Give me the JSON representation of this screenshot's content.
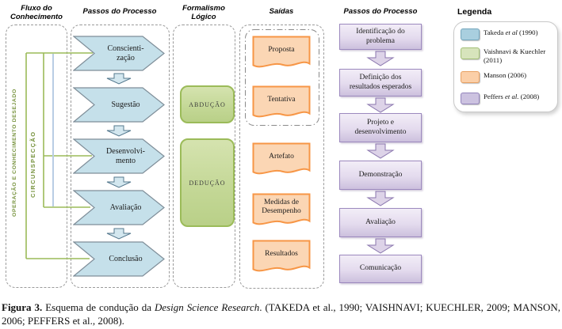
{
  "headers": {
    "knowledge_flow": "Fluxo do\nConhecimento",
    "process_steps_left": "Passos do Processo",
    "logical_formalism": "Formalismo\nLógico",
    "outputs": "Saídas",
    "process_steps_right": "Passos do Processo"
  },
  "knowledge_flow": {
    "operation_label": "OPERAÇÃO E CONHECIMENTO DESEJADO",
    "circumspection_label": "CIRCUNSPECÇÃO"
  },
  "process_steps_left": [
    {
      "label": "Conscienti-\nzação"
    },
    {
      "label": "Sugestão"
    },
    {
      "label": "Desenvolvi-\nmento"
    },
    {
      "label": "Avaliação"
    },
    {
      "label": "Conclusão"
    }
  ],
  "logical_formalism": [
    {
      "label": "ABDUÇÃO"
    },
    {
      "label": "DEDUÇÃO"
    }
  ],
  "outputs": [
    {
      "label": "Proposta"
    },
    {
      "label": "Tentativa"
    },
    {
      "label": "Artefato"
    },
    {
      "label": "Medidas de\nDesempenho"
    },
    {
      "label": "Resultados"
    }
  ],
  "process_steps_right": [
    {
      "label": "Identificação do\nproblema"
    },
    {
      "label": "Definição dos\nresultados esperados"
    },
    {
      "label": "Projeto e\ndesenvolvimento"
    },
    {
      "label": "Demonstração"
    },
    {
      "label": "Avaliação"
    },
    {
      "label": "Comunicação"
    }
  ],
  "legend": {
    "title": "Legenda",
    "items": [
      {
        "pre": "Takeda ",
        "italic": "et al",
        "post": " (1990)",
        "swatch_color": "#A9CFDF",
        "swatch_border": "#74A6BD"
      },
      {
        "pre": "Vaishnavi & Kuechler (2011)",
        "italic": "",
        "post": "",
        "swatch_color": "#D7E4BC",
        "swatch_border": "#A3BF76"
      },
      {
        "pre": "Manson (2006)",
        "italic": "",
        "post": "",
        "swatch_color": "#FBCFA8",
        "swatch_border": "#E8A163"
      },
      {
        "pre": "Peffers ",
        "italic": "et al.",
        "post": " (2008)",
        "swatch_color": "#CCC2E0",
        "swatch_border": "#9384BC"
      }
    ]
  },
  "caption": {
    "figure_label": "Figura 3.",
    "text_before_italic": " Esquema de condução da ",
    "italic_title": "Design Science Research",
    "text_after_italic": ". (TAKEDA et al., 1990; VAISHNAVI; KUECHLER, 2009; MANSON, 2006; PEFFERS et al., 2008)."
  },
  "colors": {
    "takeda_blue_fill": "#C5E0EA",
    "takeda_blue_border": "#7F8E99",
    "vaishnavi_green_fill": "#C8DA9E",
    "vaishnavi_green_border": "#9BBB59",
    "manson_orange_fill": "#FBD6B4",
    "manson_orange_border": "#F79646",
    "peffers_purple_fill": "#E2D8EE",
    "peffers_purple_border": "#9C89BE",
    "flow_line_green": "#9BBB59",
    "flow_line_blue": "#B9CDE5",
    "vertical_label_green": "#76923C"
  }
}
